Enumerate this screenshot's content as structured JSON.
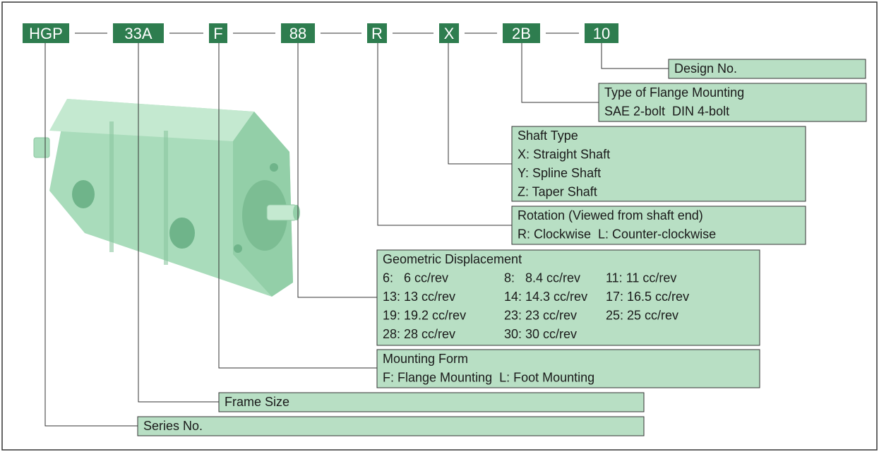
{
  "codes": [
    "HGP",
    "33A",
    "F",
    "88",
    "R",
    "X",
    "2B",
    "10"
  ],
  "colors": {
    "code_fill": "#2e7d4f",
    "box_fill": "#b8dfc4",
    "pump_fill": "#a9dcbb"
  },
  "boxes": {
    "design": [
      "Design No."
    ],
    "flange": [
      "Type of Flange Mounting",
      "SAE 2-bolt  DIN 4-bolt"
    ],
    "shaft": [
      "Shaft Type",
      "X: Straight Shaft",
      "Y: Spline Shaft",
      "Z: Taper Shaft"
    ],
    "rotation": [
      "Rotation (Viewed from shaft end)",
      "R: Clockwise  L: Counter-clockwise"
    ],
    "displacement": {
      "title": "Geometric Displacement",
      "rows": [
        [
          "6:   6 cc/rev",
          "8:   8.4 cc/rev",
          "11: 11 cc/rev"
        ],
        [
          "13: 13 cc/rev",
          "14: 14.3 cc/rev",
          "17: 16.5 cc/rev"
        ],
        [
          "19: 19.2 cc/rev",
          "23: 23 cc/rev",
          "25: 25 cc/rev"
        ],
        [
          "28: 28 cc/rev",
          "30: 30 cc/rev"
        ]
      ]
    },
    "mounting": [
      "Mounting Form",
      "F: Flange Mounting  L: Foot Mounting"
    ],
    "frame": [
      "Frame Size"
    ],
    "series": [
      "Series No."
    ]
  }
}
